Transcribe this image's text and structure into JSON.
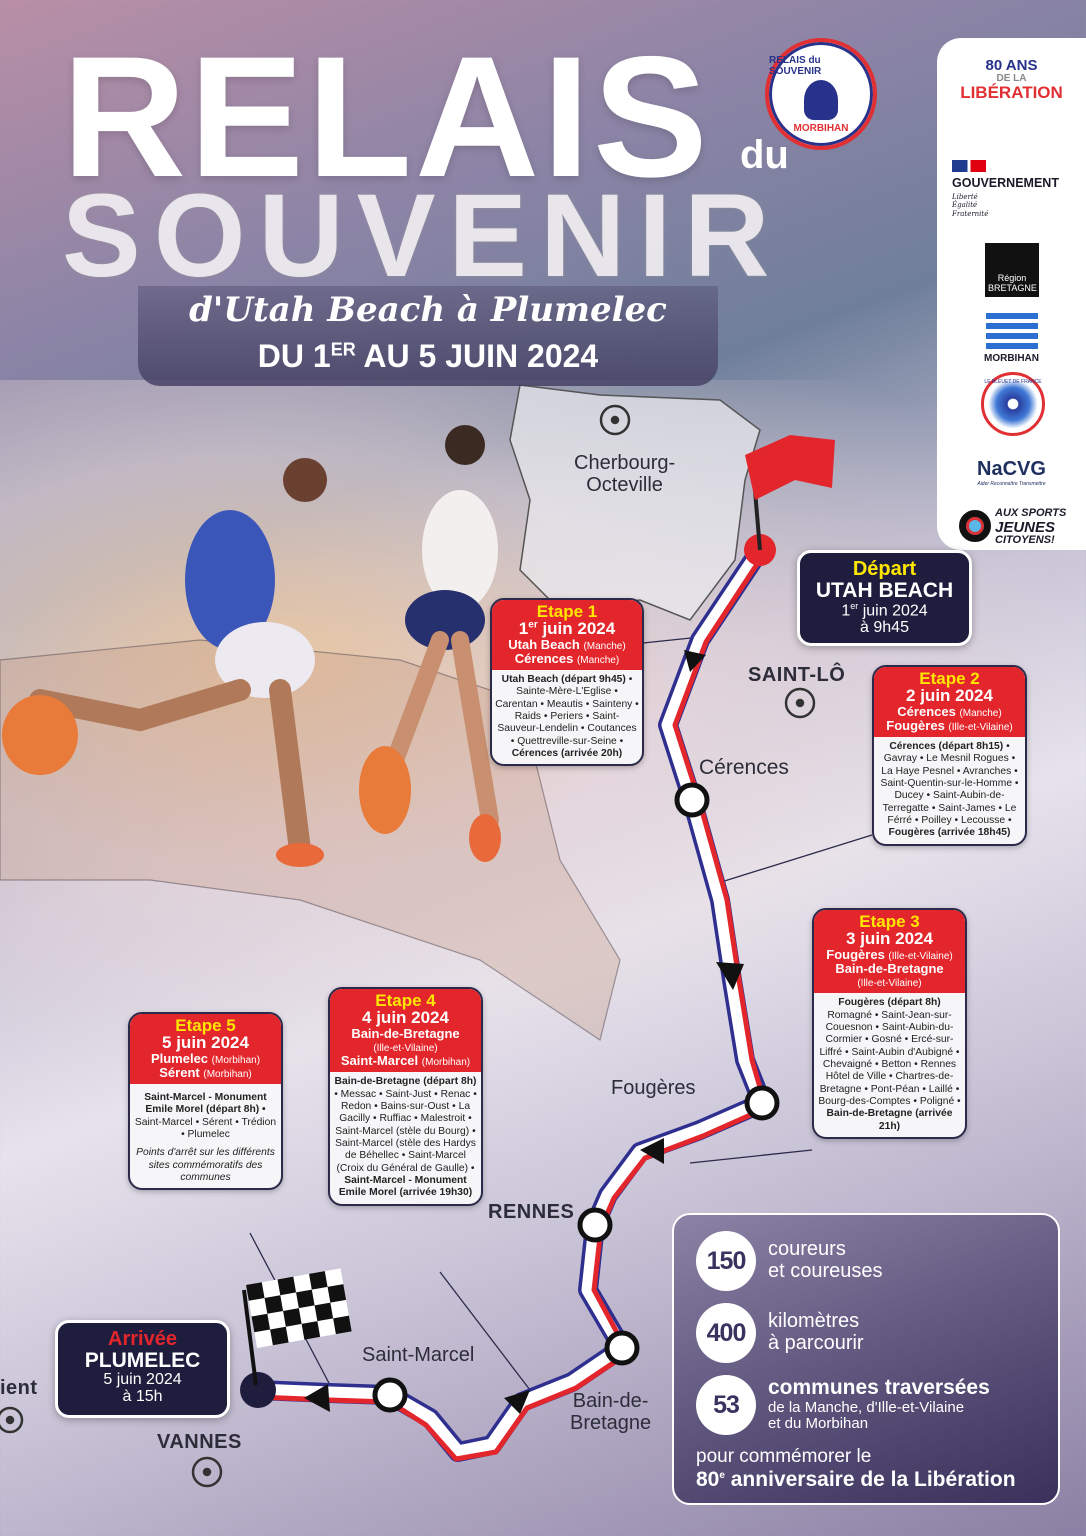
{
  "title": {
    "main": "RELAIS",
    "du": "du",
    "souvenir": "SOUVENIR",
    "route": "d'Utah Beach à Plumelec",
    "dates_pre": "DU 1",
    "dates_sup": "ER",
    "dates_post": " AU 5 JUIN 2024"
  },
  "event_logo": {
    "top": "RELAIS du SOUVENIR",
    "bottom": "MORBIHAN"
  },
  "partners": {
    "liberation": [
      "80 ANS",
      "DE LA",
      "LIBÉRATION"
    ],
    "gouvernement": "GOUVERNEMENT",
    "gouv_motto": [
      "Liberté",
      "Égalité",
      "Fraternité"
    ],
    "bretagne": [
      "Région",
      "BRETAGNE"
    ],
    "morbihan": "MORBIHAN",
    "bleuet": "LE BLEUET DE FRANCE",
    "nacvg": "NaCVG",
    "nacvg_tag": "Aider Reconnaître Transmettre",
    "sports": [
      "AUX SPORTS",
      "JEUNES",
      "CITOYENS!"
    ]
  },
  "map_labels": {
    "cherbourg": "Cherbourg-",
    "cherbourg2": "Octeville",
    "saintlo": "SAINT-LÔ",
    "cerences": "Cérences",
    "fougeres": "Fougères",
    "rennes": "RENNES",
    "saintmarcel": "Saint-Marcel",
    "bain": "Bain-de-",
    "bain2": "Bretagne",
    "vannes": "VANNES",
    "lorient": "ient"
  },
  "depart": {
    "label": "Départ",
    "place": "UTAH BEACH",
    "day": "1",
    "sup": "er",
    "date": " juin 2024",
    "time": "à 9h45"
  },
  "arrivee": {
    "label": "Arrivée",
    "place": "PLUMELEC",
    "date": "5 juin 2024",
    "time": "à 15h"
  },
  "stages": [
    {
      "etape": "Etape 1",
      "day": "1",
      "sup": "er",
      "date": " juin 2024",
      "from": "Utah Beach",
      "from_dept": "(Manche)",
      "to": "Cérences",
      "to_dept": "(Manche)",
      "start": "Utah Beach (départ 9h45)",
      "stops": "• Sainte-Mère-L'Eglise • Carentan • Meautis • Sainteny • Raids • Periers • Saint-Sauveur-Lendelin • Coutances • Quettreville-sur-Seine •",
      "end": "Cérences (arrivée 20h)"
    },
    {
      "etape": "Etape 2",
      "day": "2",
      "sup": "",
      "date": " juin 2024",
      "from": "Cérences",
      "from_dept": "(Manche)",
      "to": "Fougères",
      "to_dept": "(Ille-et-Vilaine)",
      "start": "Cérences (départ 8h15)",
      "stops": "• Gavray • Le Mesnil Rogues • La Haye Pesnel • Avranches • Saint-Quentin-sur-le-Homme • Ducey • Saint-Aubin-de-Terregatte • Saint-James • Le Férré • Poilley • Lecousse •",
      "end": "Fougères (arrivée 18h45)"
    },
    {
      "etape": "Etape 3",
      "day": "3",
      "sup": "",
      "date": " juin 2024",
      "from": "Fougères",
      "from_dept": "(Ille-et-Vilaine)",
      "to": "Bain-de-Bretagne",
      "to_dept": "(Ille-et-Vilaine)",
      "start": "Fougères (départ 8h)",
      "stops": "Romagné • Saint-Jean-sur-Couesnon • Saint-Aubin-du-Cormier • Gosné • Ercé-sur-Liffré • Saint-Aubin d'Aubigné • Chevaigné • Betton • Rennes Hôtel de Ville • Chartres-de-Bretagne • Pont-Péan • Laillé • Bourg-des-Comptes • Poligné •",
      "end": "Bain-de-Bretagne (arrivée 21h)"
    },
    {
      "etape": "Etape 4",
      "day": "4",
      "sup": "",
      "date": " juin 2024",
      "from": "Bain-de-Bretagne",
      "from_dept": "(Ille-et-Vilaine)",
      "to": "Saint-Marcel",
      "to_dept": "(Morbihan)",
      "start": "Bain-de-Bretagne (départ 8h)",
      "stops": "• Messac • Saint-Just • Renac • Redon • Bains-sur-Oust • La Gacilly • Ruffiac • Malestroit • Saint-Marcel (stèle du Bourg) • Saint-Marcel (stèle des Hardys de Béhellec • Saint-Marcel (Croix du Général de Gaulle) •",
      "end": "Saint-Marcel - Monument Emile Morel (arrivée 19h30)"
    },
    {
      "etape": "Etape 5",
      "day": "5",
      "sup": "",
      "date": " juin 2024",
      "from": "Plumelec",
      "from_dept": "(Morbihan)",
      "to": "Sérent",
      "to_dept": "(Morbihan)",
      "start": "Saint-Marcel - Monument Emile Morel (départ 8h) •",
      "stops": "Saint-Marcel • Sérent • Trédion • Plumelec",
      "end": "",
      "note": "Points d'arrêt sur les différents sites commémoratifs des communes"
    }
  ],
  "stats": [
    {
      "value": "150",
      "line1": "coureurs",
      "line2": "et coureuses"
    },
    {
      "value": "400",
      "line1": "kilomètres",
      "line2": "à parcourir"
    },
    {
      "value": "53",
      "line1": "communes traversées",
      "line2": "de la Manche, d'Ille-et-Vilaine",
      "line3": "et du Morbihan"
    }
  ],
  "footer": {
    "line1": "pour commémorer le",
    "num": "80",
    "sup": "e",
    "rest": " anniversaire de la Libération"
  },
  "colors": {
    "red": "#e3262c",
    "blue": "#2e2f8f",
    "navy": "#1f1d3d",
    "yellow": "#ffe600"
  }
}
